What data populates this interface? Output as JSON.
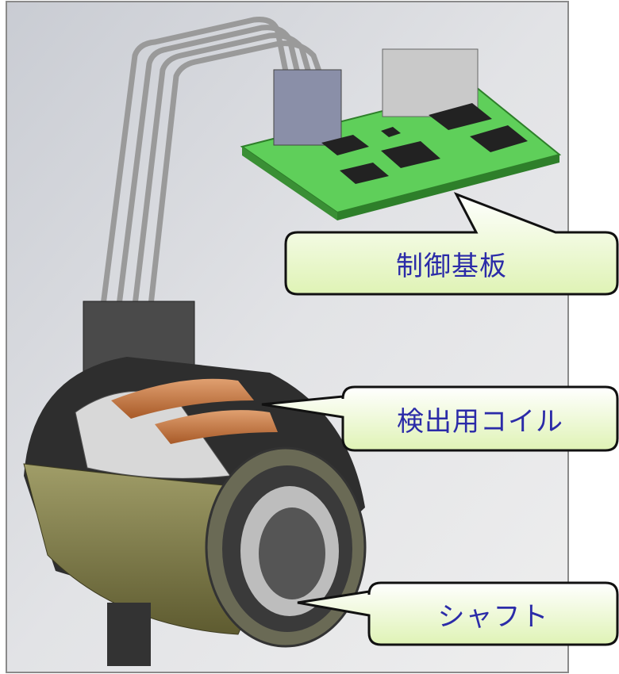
{
  "callouts": [
    {
      "label": "制御基板"
    },
    {
      "label": "検出用コイル"
    },
    {
      "label": "シャフト"
    }
  ],
  "colors": {
    "callout_border": "#111111",
    "callout_fill_top": "#ffffff",
    "callout_fill_bottom": "#dff3b5",
    "callout_text": "#2b2ba8",
    "pcb_green": "#5fcf5a",
    "coil_copper": "#c8733a",
    "housing_olive": "#7d7a45"
  }
}
